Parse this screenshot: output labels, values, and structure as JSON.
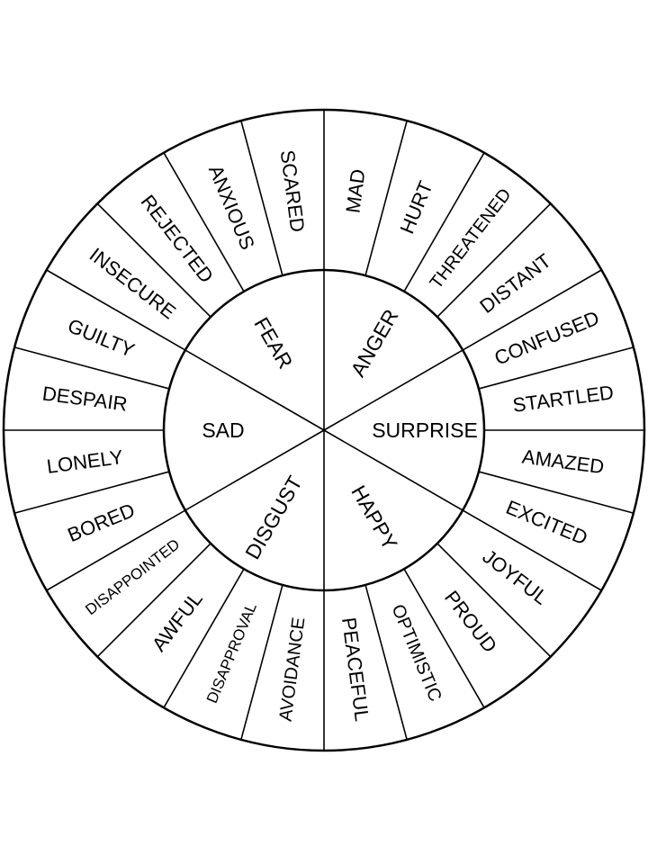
{
  "title": "Emotion Wheel",
  "colors": {
    "stroke": "#000000",
    "background": "#ffffff"
  },
  "core_emotions": [
    {
      "label": "FEAR",
      "feelings": [
        "SCARED",
        "ANXIOUS",
        "REJECTED",
        "INSECURE"
      ]
    },
    {
      "label": "SAD",
      "feelings": [
        "GUILTY",
        "DESPAIR",
        "LONELY",
        "BORED"
      ]
    },
    {
      "label": "DISGUST",
      "feelings": [
        "DISAPPOINTED",
        "AWFUL",
        "DISAPPROVAL",
        "AVOIDANCE"
      ]
    },
    {
      "label": "HAPPY",
      "feelings": [
        "PEACEFUL",
        "OPTIMISTIC",
        "PROUD",
        "JOYFUL"
      ]
    },
    {
      "label": "SURPRISE",
      "feelings": [
        "EXCITED",
        "AMAZED",
        "STARTLED",
        "CONFUSED"
      ]
    },
    {
      "label": "ANGER",
      "feelings": [
        "DISTANT",
        "THREATENED",
        "HURT",
        "MAD"
      ]
    }
  ]
}
